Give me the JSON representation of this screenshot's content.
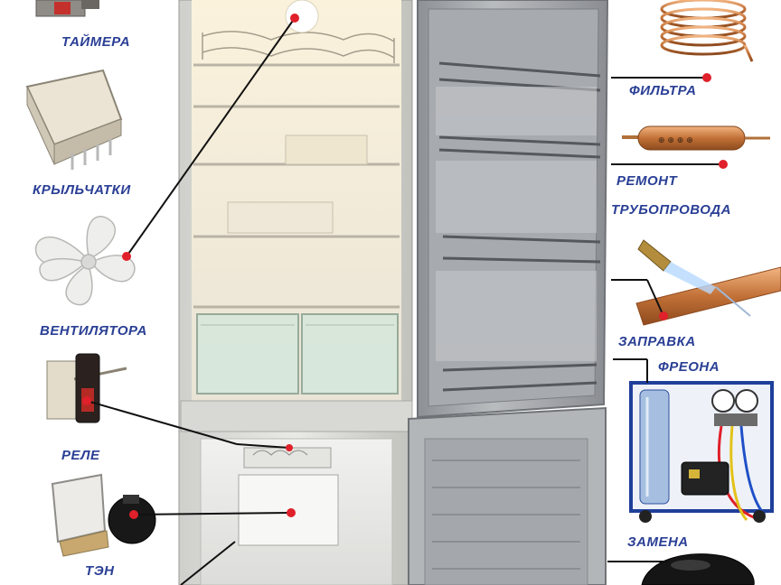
{
  "colors": {
    "label_text": "#2a3f95",
    "callout_dot": "#e0202a",
    "callout_line": "#111111"
  },
  "labels": {
    "timer": "ТАЙМЕРА",
    "impeller": "КРЫЛЬЧАТКИ",
    "fan": "ВЕНТИЛЯТОРА",
    "relay": "РЕЛЕ",
    "heater": "ТЭН",
    "filter": "ФИЛЬТРА",
    "pipe_repair_1": "РЕМОНТ",
    "pipe_repair_2": "ТРУБОПРОВОДА",
    "freon_1": "ЗАПРАВКА",
    "freon_2": "ФРЕОНА",
    "replace": "ЗАМЕНА"
  },
  "icons": {
    "timer": "timer-module-icon",
    "impeller": "defrost-timer-icon",
    "fan": "fan-blade-icon",
    "relay": "thermostat-relay-icon",
    "heater": "compressor-relay-icon",
    "filter": "capillary-coil-icon",
    "pipe_repair": "filter-drier-icon",
    "freon": "brazing-torch-icon",
    "station": "refrigerant-station-icon",
    "compressor": "compressor-icon",
    "fridge": "fridge-open-icon"
  }
}
